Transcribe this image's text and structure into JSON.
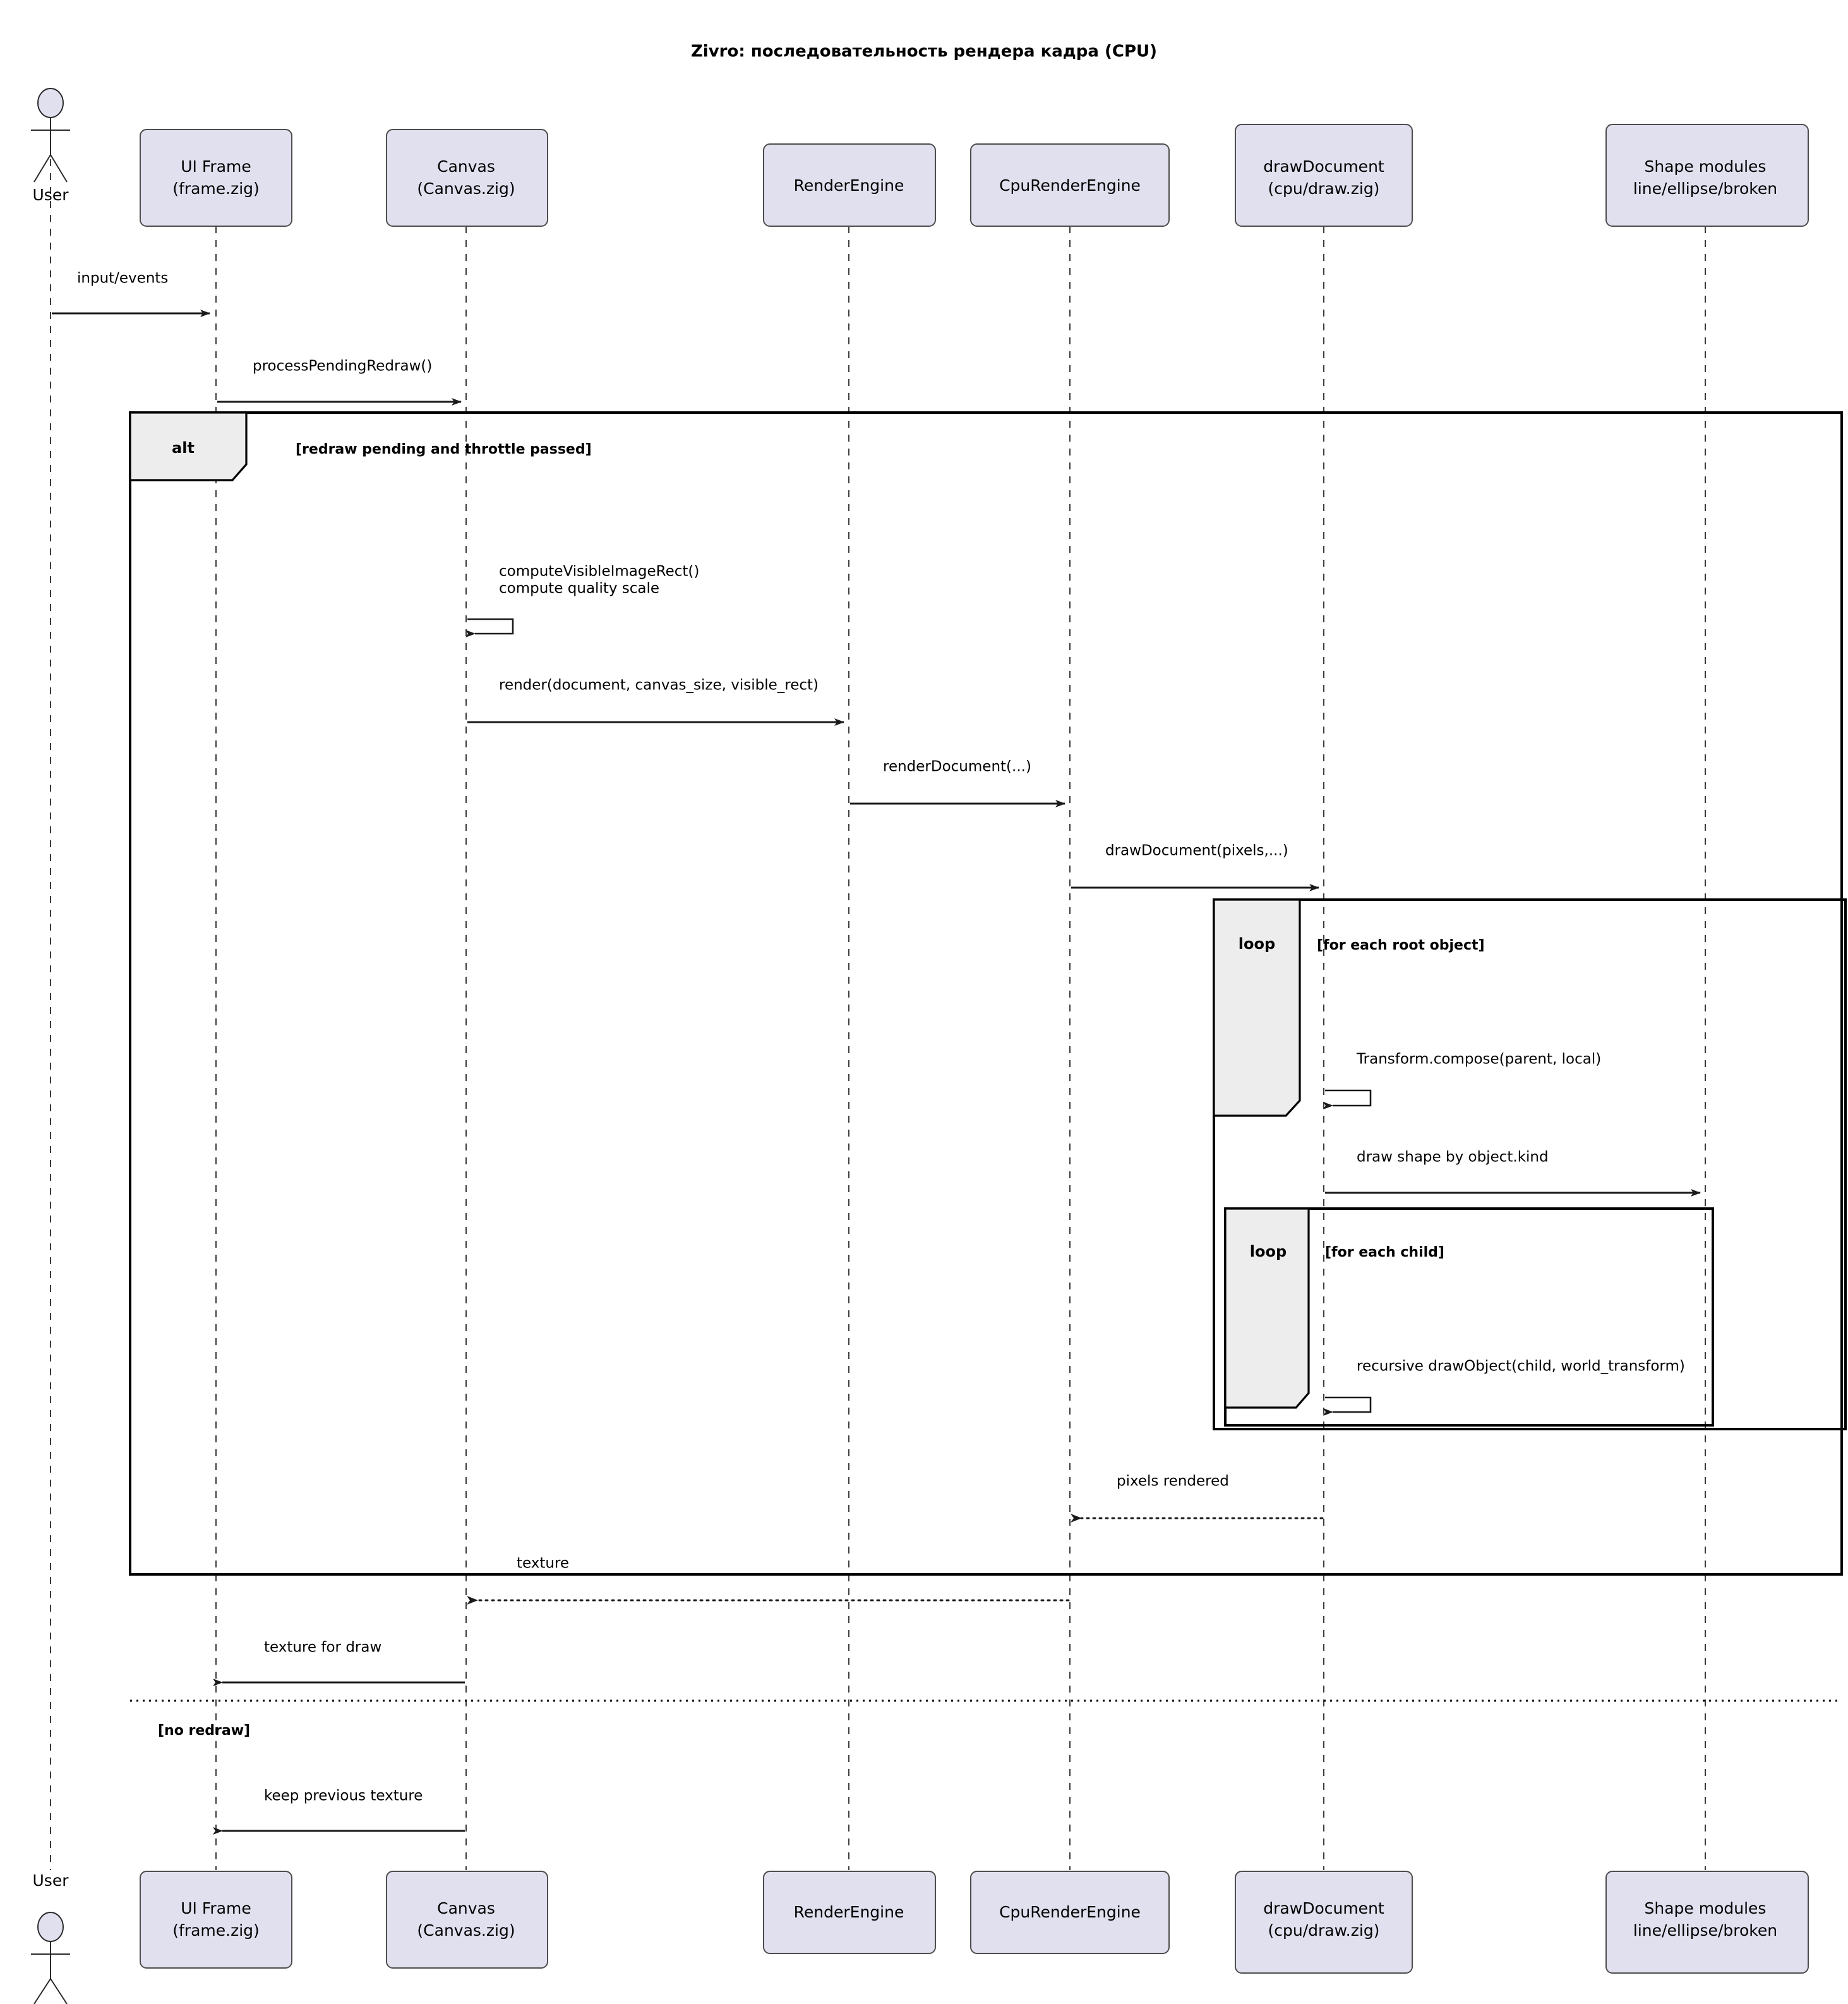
{
  "diagram": {
    "title": "Zivro: последовательность рендера кадра (CPU)",
    "type": "uml-sequence-diagram",
    "colors": {
      "participant_fill": "#e1e0ef",
      "participant_stroke": "#4d4d4d",
      "fragment_tab_fill": "#ededed",
      "line": "#1a1a1a",
      "background": "#ffffff"
    }
  },
  "actor": {
    "name": "User",
    "label_top": "User",
    "label_bottom": "User"
  },
  "participants": [
    {
      "id": "user",
      "line1": "User",
      "line2": ""
    },
    {
      "id": "frame",
      "line1": "UI Frame",
      "line2": "(frame.zig)"
    },
    {
      "id": "canvas",
      "line1": "Canvas",
      "line2": "(Canvas.zig)"
    },
    {
      "id": "render",
      "line1": "RenderEngine",
      "line2": ""
    },
    {
      "id": "cpu",
      "line1": "CpuRenderEngine",
      "line2": ""
    },
    {
      "id": "drawdoc",
      "line1": "drawDocument",
      "line2": "(cpu/draw.zig)"
    },
    {
      "id": "shapes",
      "line1": "Shape modules",
      "line2": "line/ellipse/broken"
    }
  ],
  "messages": [
    {
      "id": "m1",
      "label": "input/events",
      "from": "user",
      "to": "frame",
      "kind": "sync"
    },
    {
      "id": "m2",
      "label": "processPendingRedraw()",
      "from": "frame",
      "to": "canvas",
      "kind": "sync"
    },
    {
      "id": "m3a",
      "label": "computeVisibleImageRect()",
      "from": "canvas",
      "to": "canvas",
      "kind": "self"
    },
    {
      "id": "m3b",
      "label": "compute quality scale",
      "from": "canvas",
      "to": "canvas",
      "kind": "self-line2"
    },
    {
      "id": "m4",
      "label": "render(document, canvas_size, visible_rect)",
      "from": "canvas",
      "to": "render",
      "kind": "sync"
    },
    {
      "id": "m5",
      "label": "renderDocument(...)",
      "from": "render",
      "to": "cpu",
      "kind": "sync"
    },
    {
      "id": "m6",
      "label": "drawDocument(pixels,...)",
      "from": "cpu",
      "to": "drawdoc",
      "kind": "sync"
    },
    {
      "id": "m7",
      "label": "Transform.compose(parent, local)",
      "from": "drawdoc",
      "to": "drawdoc",
      "kind": "self"
    },
    {
      "id": "m8",
      "label": "draw shape by object.kind",
      "from": "drawdoc",
      "to": "shapes",
      "kind": "sync"
    },
    {
      "id": "m9",
      "label": "recursive drawObject(child, world_transform)",
      "from": "drawdoc",
      "to": "drawdoc",
      "kind": "self"
    },
    {
      "id": "m10",
      "label": "pixels rendered",
      "from": "drawdoc",
      "to": "cpu",
      "kind": "return"
    },
    {
      "id": "m11",
      "label": "texture",
      "from": "cpu",
      "to": "canvas",
      "kind": "return"
    },
    {
      "id": "m12",
      "label": "texture for draw",
      "from": "canvas",
      "to": "frame",
      "kind": "sync"
    },
    {
      "id": "m13",
      "label": "keep previous texture",
      "from": "canvas",
      "to": "frame",
      "kind": "sync"
    }
  ],
  "fragments": [
    {
      "id": "alt",
      "kind": "alt",
      "guard": "[redraw pending and throttle passed]",
      "else_guard": "[no redraw]"
    },
    {
      "id": "loop-root",
      "kind": "loop",
      "guard": "[for each root object]"
    },
    {
      "id": "loop-child",
      "kind": "loop",
      "guard": "[for each child]"
    }
  ]
}
